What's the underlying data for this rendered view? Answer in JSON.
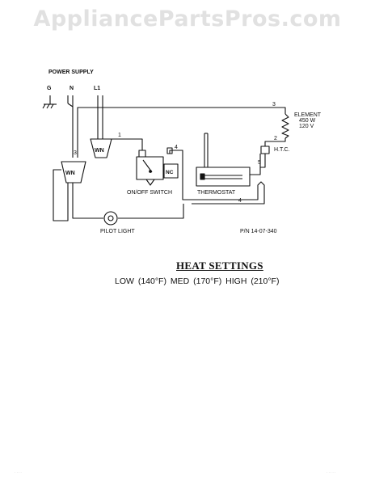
{
  "watermark": "AppliancePartsPros.com",
  "labels": {
    "power_supply": "POWER SUPPLY",
    "ground": "G",
    "neutral": "N",
    "line": "L1",
    "element_name": "ELEMENT",
    "element_watts": "450 W",
    "element_volts": "120 V",
    "htc": "H.T.C.",
    "onoff_switch": "ON/OFF SWITCH",
    "thermostat": "THERMOSTAT",
    "pilot_light": "PILOT LIGHT",
    "part_number": "P/N 14-07-340",
    "wire_nut": "WN",
    "nc": "NC",
    "wire_1": "1",
    "wire_2": "2",
    "wire_3_top": "3",
    "wire_3_left": "3",
    "wire_4_top": "4",
    "wire_4_bottom": "4",
    "wire_5": "5"
  },
  "heat_settings": {
    "title": "HEAT SETTINGS",
    "values": "LOW (140°F)  MED (170°F)  HIGH (210°F)"
  }
}
